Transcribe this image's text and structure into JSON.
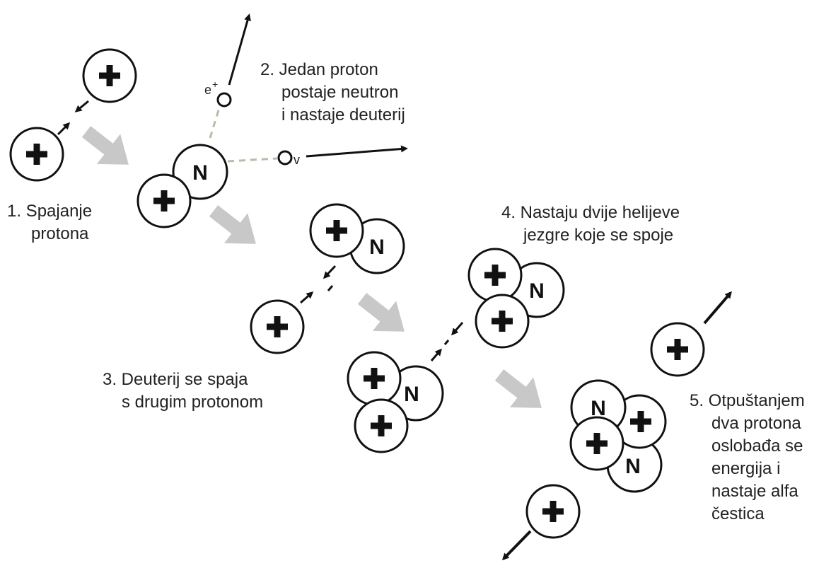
{
  "colors": {
    "ink": "#111111",
    "process_arrow": "#c8c8c8",
    "dashed_line": "#bfb8a8",
    "background": "#ffffff"
  },
  "labels": {
    "step1": [
      "1. Spajanje",
      "protona"
    ],
    "step2": [
      "2. Jedan proton",
      "postaje neutron",
      "i nastaje deuterij"
    ],
    "step3": [
      "3. Deuterij se spaja",
      "s drugim protonom"
    ],
    "step4": [
      "4. Nastaju dvije helijeve",
      "jezgre koje se spoje"
    ],
    "step5": [
      "5. Otpuštanjem",
      "dva protona",
      "oslobađa se",
      "energija i",
      "nastaje alfa",
      "čestica"
    ]
  },
  "particles": {
    "neutron_symbol": "N",
    "proton_symbol": "+",
    "positron_symbol": "e",
    "positron_superscript": "+",
    "neutrino_symbol": "v"
  }
}
